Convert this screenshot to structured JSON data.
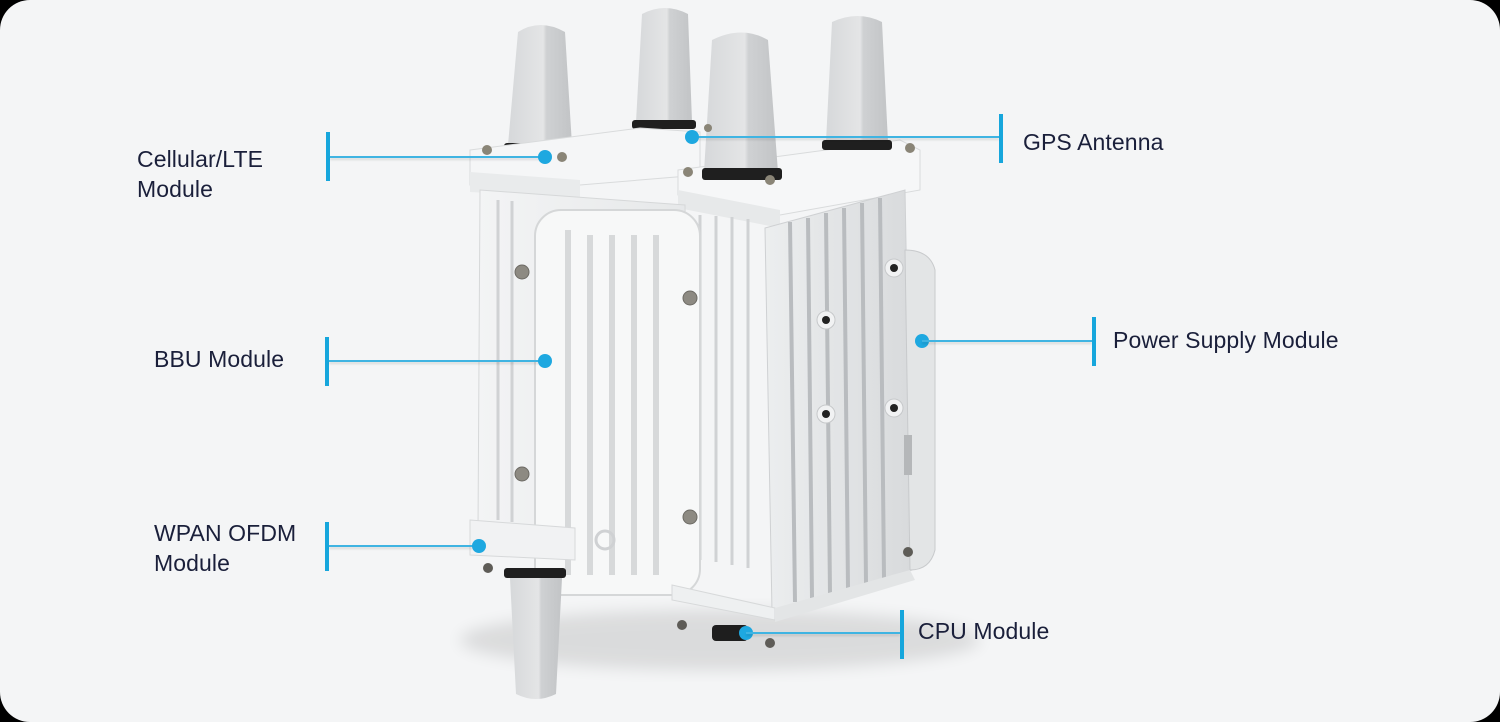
{
  "diagram": {
    "subject": "Outdoor modular gateway with antennas",
    "accent_color": "#16a6dc",
    "text_color": "#1a1f3a",
    "background_color": "#f4f5f6",
    "callouts": [
      {
        "id": "cellular",
        "label": "Cellular/LTE\nModule",
        "side": "left"
      },
      {
        "id": "gps",
        "label": "GPS Antenna",
        "side": "right"
      },
      {
        "id": "bbu",
        "label": "BBU Module",
        "side": "left"
      },
      {
        "id": "power",
        "label": "Power Supply Module",
        "side": "right"
      },
      {
        "id": "wpan",
        "label": "WPAN OFDM\nModule",
        "side": "left"
      },
      {
        "id": "cpu",
        "label": "CPU Module",
        "side": "right"
      }
    ]
  }
}
